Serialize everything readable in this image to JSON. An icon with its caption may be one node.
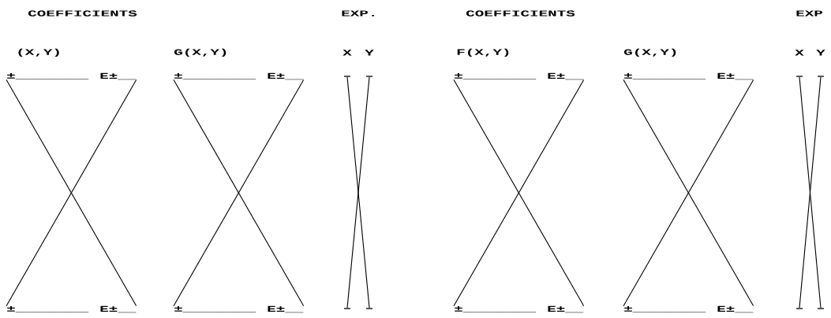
{
  "diagram": {
    "nodes": [
      {
        "text": [
          "±________"
        ]
      },
      {
        "text": [
          "E±__"
        ]
      },
      {
        "text": [
          "±________"
        ]
      },
      {
        "text": [
          "E±__"
        ]
      },
      {
        "text": [],
        "shape": "bar"
      },
      {
        "text": [],
        "shape": "bar"
      },
      {
        "text": [
          "±________"
        ]
      },
      {
        "text": [
          "E±__"
        ]
      },
      {
        "text": [
          "±________"
        ]
      },
      {
        "text": [
          "E±__"
        ]
      },
      {
        "text": [],
        "shape": "bar"
      },
      {
        "text": [],
        "shape": "bar"
      },
      {
        "text": [
          "±________"
        ]
      },
      {
        "text": [
          "E±__"
        ]
      },
      {
        "text": [
          "±________"
        ]
      },
      {
        "text": [
          "E±__"
        ]
      },
      {
        "text": [],
        "shape": "bar"
      },
      {
        "text": [],
        "shape": "bar"
      },
      {
        "text": [
          "±________"
        ]
      },
      {
        "text": [
          "E±__"
        ]
      },
      {
        "text": [
          "±________"
        ]
      },
      {
        "text": [
          "E±__"
        ]
      },
      {
        "text": [],
        "shape": "bar"
      },
      {
        "text": [],
        "shape": "bar"
      }
    ],
    "edges": [
      {
        "from": 0,
        "to": 13,
        "arrow": "none"
      },
      {
        "from": 1,
        "to": 12,
        "arrow": "none"
      },
      {
        "from": 2,
        "to": 15,
        "arrow": "none"
      },
      {
        "from": 3,
        "to": 14,
        "arrow": "none"
      },
      {
        "from": 4,
        "to": 17,
        "arrow": "none"
      },
      {
        "from": 5,
        "to": 16,
        "arrow": "none"
      },
      {
        "from": 6,
        "to": 19,
        "arrow": "none"
      },
      {
        "from": 7,
        "to": 18,
        "arrow": "none"
      },
      {
        "from": 8,
        "to": 21,
        "arrow": "none"
      },
      {
        "from": 9,
        "to": 20,
        "arrow": "none"
      },
      {
        "from": 10,
        "to": 23,
        "arrow": "none"
      },
      {
        "from": 11,
        "to": 22,
        "arrow": "none"
      }
    ],
    "labels": [
      "COEFFICIENTS",
      "EXP.",
      "COEFFICIENTS",
      "EXP",
      "(X,Y)",
      "G(X,Y)",
      "X",
      "Y",
      "F(X,Y)",
      "G(X,Y)",
      "X",
      "Y"
    ]
  }
}
